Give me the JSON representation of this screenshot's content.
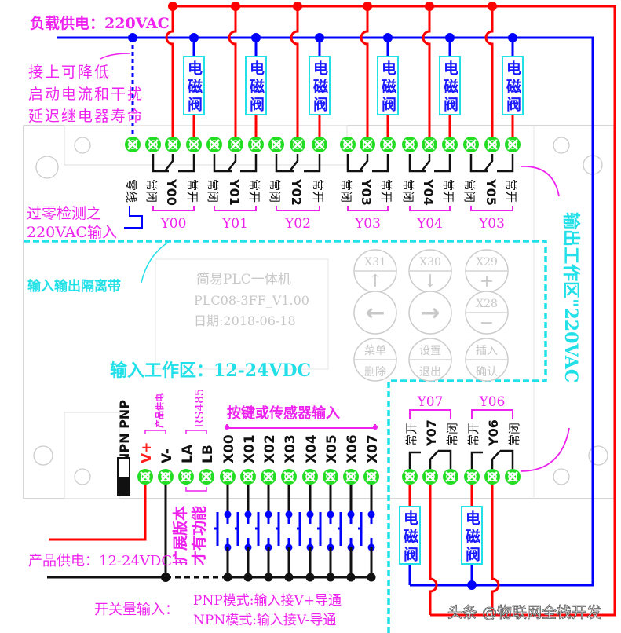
{
  "title_load": "负载供电：220VAC",
  "note_snubber": [
    "接上可降低",
    "启动电流和干扰",
    "延迟继电器寿命"
  ],
  "note_zero": [
    "过零检测之",
    "220VAC输入"
  ],
  "isolation_label": "输入输出隔离带",
  "input_zone": "输入工作区：12-24VDC",
  "output_zone": "输出工作区\"220VAC",
  "valve_label": "电磁阀",
  "neutral_label": "零线",
  "nc_label": "常闭",
  "no_label": "常开",
  "top_relays": [
    "Y00",
    "Y01",
    "Y02",
    "Y03",
    "Y04",
    "Y05"
  ],
  "top_group_labels": [
    "Y00",
    "Y01",
    "Y02",
    "Y03",
    "Y04",
    "Y03"
  ],
  "bottom_relays": [
    "Y07",
    "Y06"
  ],
  "bottom_group_labels": [
    "Y07",
    "Y06"
  ],
  "device": {
    "name": "简易PLC一体机",
    "model": "PLC08-3FF_V1.00",
    "date": "日期:2018-06-18"
  },
  "keypad": [
    {
      "top": "X31",
      "bottom": "↑"
    },
    {
      "top": "X30",
      "bottom": "↓"
    },
    {
      "top": "X29",
      "bottom": "+"
    },
    {
      "top": "",
      "bottom": "←"
    },
    {
      "top": "",
      "bottom": "→"
    },
    {
      "top": "X28",
      "bottom": "−"
    },
    {
      "top": "菜单",
      "bottom": "删除"
    },
    {
      "top": "设置",
      "bottom": "退出"
    },
    {
      "top": "插入",
      "bottom": "确认"
    }
  ],
  "mode_switch": "NPN PNP",
  "power_terms": [
    "V+",
    "V-",
    "LA",
    "LB"
  ],
  "power_tag": "产品供电",
  "rs485_tag": "RS485",
  "inputs": [
    "X00",
    "X01",
    "X02",
    "X03",
    "X04",
    "X05",
    "X06",
    "X07"
  ],
  "inputs_title": "按键或传感器输入",
  "expansion_note": [
    "扩展版本",
    "才有功能"
  ],
  "product_power": "产品供电：12-24VDC",
  "switch_input_label": "开关量输入：",
  "pnp_mode": "PNP模式:输入接V+导通",
  "npn_mode": "NPN模式:输入接V-导通",
  "watermark": "头条 @物联网全栈开发",
  "colors": {
    "live": "#ff0000",
    "neutral": "#0000ff",
    "terminal": "#22dd22",
    "annotation": "#ee22ee",
    "zone": "#22e0e8",
    "panel_text": "#c8c8c8"
  }
}
